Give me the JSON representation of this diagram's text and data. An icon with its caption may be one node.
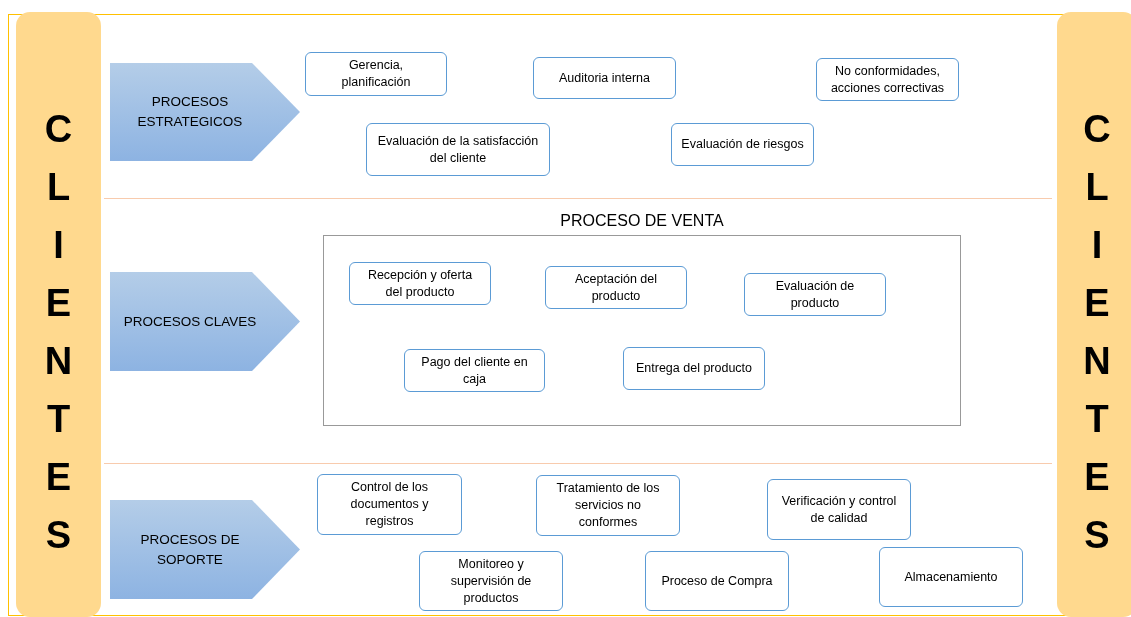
{
  "diagram": {
    "nodes": [
      {
        "text": [
          "CLIENTES"
        ]
      },
      {
        "text": [
          "PROCESOS ESTRATEGICOS"
        ]
      },
      {
        "text": [
          "Gerencia, planificación"
        ]
      },
      {
        "text": [
          "Auditoria interna"
        ]
      },
      {
        "text": [
          "No conformidades, acciones correctivas"
        ]
      },
      {
        "text": [
          "Evaluación de la satisfacción del cliente"
        ]
      },
      {
        "text": [
          "Evaluación de riesgos"
        ]
      },
      {
        "text": [
          "PROCESOS CLAVES"
        ]
      },
      {
        "text": [
          "PROCESO DE VENTA"
        ]
      },
      {
        "text": [
          "Recepción y oferta del producto"
        ],
        "in": 8
      },
      {
        "text": [
          "Aceptación del producto"
        ],
        "in": 8
      },
      {
        "text": [
          "Evaluación de producto"
        ],
        "in": 8
      },
      {
        "text": [
          "Pago del cliente en caja"
        ],
        "in": 8
      },
      {
        "text": [
          "Entrega del producto"
        ],
        "in": 8
      },
      {
        "text": [
          "PROCESOS DE SOPORTE"
        ]
      },
      {
        "text": [
          "Control de los documentos y registros"
        ]
      },
      {
        "text": [
          "Tratamiento de los servicios no conformes"
        ]
      },
      {
        "text": [
          "Verificación y control de calidad"
        ]
      },
      {
        "text": [
          "Monitoreo y supervisión de productos"
        ]
      },
      {
        "text": [
          "Proceso de Compra"
        ]
      },
      {
        "text": [
          "Almacenamiento"
        ]
      },
      {
        "text": [
          "CLIENTES"
        ]
      }
    ]
  }
}
